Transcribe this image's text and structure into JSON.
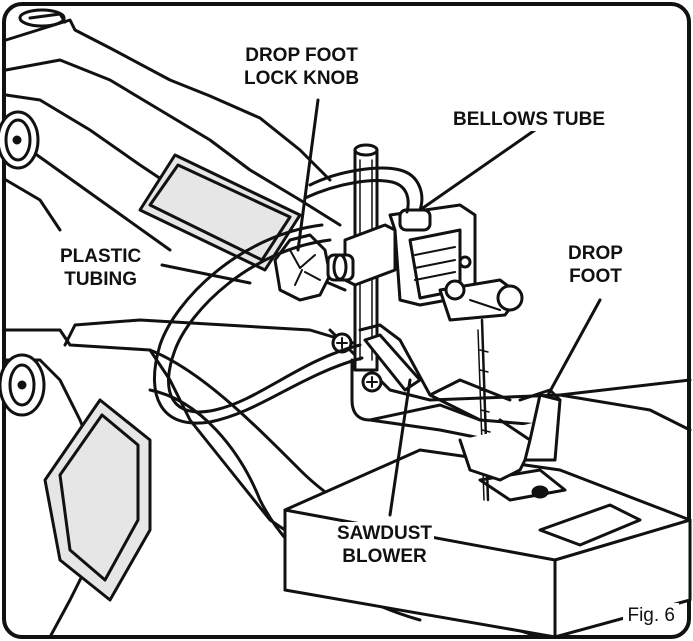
{
  "labels": {
    "drop_foot_lock_knob": [
      "DROP FOOT",
      "LOCK KNOB"
    ],
    "bellows_tube": [
      "BELLOWS TUBE"
    ],
    "plastic_tubing": [
      "PLASTIC",
      "TUBING"
    ],
    "drop_foot": [
      "DROP",
      "FOOT"
    ],
    "sawdust_blower": [
      "SAWDUST",
      "BLOWER"
    ]
  },
  "caption": "Fig. 6",
  "colors": {
    "ink": "#111111",
    "paper": "#ffffff",
    "shade": "#e6e6e6"
  }
}
